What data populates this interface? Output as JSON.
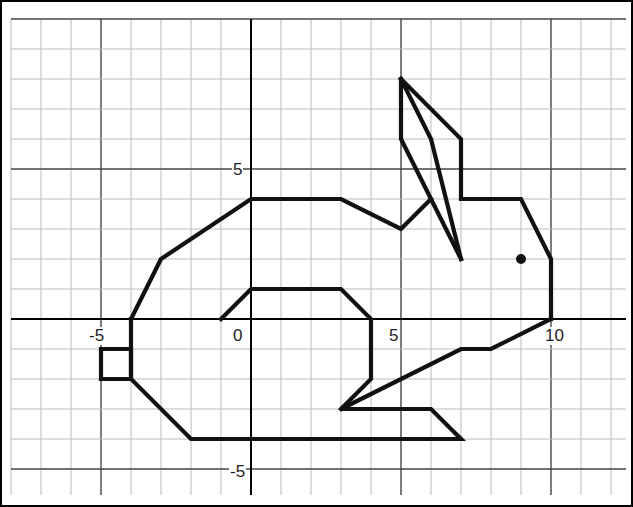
{
  "diagram": {
    "labels": [
      "-5",
      "0",
      "5",
      "10",
      "5",
      "-5"
    ]
  }
}
